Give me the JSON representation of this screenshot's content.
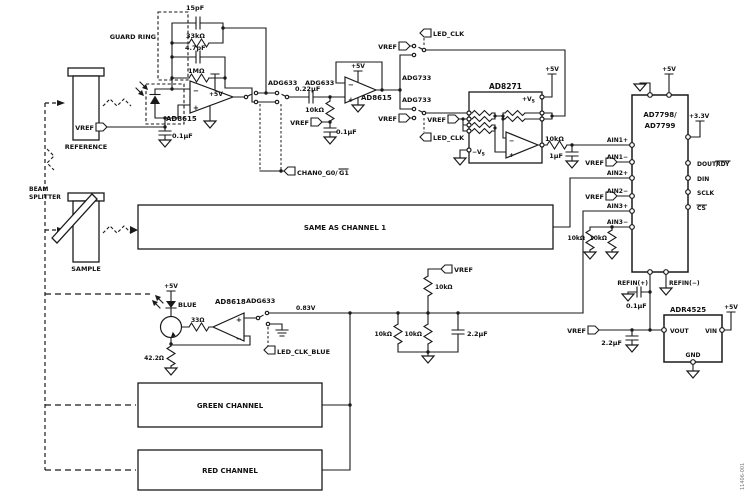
{
  "meta": {
    "figure_id": "11406-001"
  },
  "sym": {
    "minus": "−",
    "plus": "+",
    "v_plus": "+V",
    "v_minus": "−V",
    "sub_s": "S"
  },
  "stage1": {
    "guard": "GUARD RING",
    "c_fb1": "15pF",
    "r_fb1": "33kΩ",
    "c_fb2": "4.7pF",
    "r_fb2": "1MΩ",
    "sw_a": "ADG633",
    "sw_b": "ADG633",
    "amp": "AD8615",
    "supply": "+5V",
    "vref": "VREF",
    "c_byp": "0.1µF",
    "gain_ctrl": "CHAN0_G0/",
    "gain_ctrl_ov": "G1"
  },
  "stage2": {
    "c_in": "0.22µF",
    "amp": "AD8615",
    "supply": "+5V",
    "r_bias": "10kΩ",
    "vref": "VREF",
    "c_byp": "0.1µF"
  },
  "mod": {
    "sw_a": "ADG733",
    "sw_b": "ADG733",
    "vref_a": "VREF",
    "vref_b": "VREF",
    "clk_a": "LED_CLK",
    "clk_b": "LED_CLK"
  },
  "diff": {
    "name": "AD8271",
    "supply": "+5V",
    "vref": "VREF",
    "r_out": "10kΩ",
    "c_out": "1µF"
  },
  "adc": {
    "name_1": "AD7798/",
    "name_2": "AD7799",
    "supply": "+5V",
    "supply_io": "+3.3V",
    "pins": {
      "ain1p": "AIN1+",
      "ain1m": "AIN1−",
      "ain2p": "AIN2+",
      "ain2m": "AIN2−",
      "ain3p": "AIN3+",
      "ain3m": "AIN3−",
      "dout": "DOUT/",
      "dout_ov": "RDY",
      "din": "DIN",
      "sclk": "SCLK",
      "cs": "CS",
      "refinp": "REFIN(+)",
      "refinm": "REFIN(−)"
    },
    "vref_1": "VREF",
    "vref_2": "VREF",
    "r_1": "10kΩ",
    "r_2": "10kΩ",
    "c_refin": "0.1µF"
  },
  "vref_src": {
    "name": "ADR4525",
    "vout": "VOUT",
    "vin": "VIN",
    "gnd": "GND",
    "supply": "+5V",
    "vref": "VREF",
    "c_out": "2.2µF"
  },
  "channel1_box": "SAME AS CHANNEL 1",
  "blue": {
    "supply": "+5V",
    "led": "BLUE",
    "amp": "AD8618",
    "sw": "ADG633",
    "r_base": "33Ω",
    "r_sense": "42.2Ω",
    "clk": "LED_CLK_BLUE",
    "v_set": "0.83V",
    "r_top": "10kΩ",
    "r_div1": "10kΩ",
    "r_div2": "10kΩ",
    "c_filt": "2.2µF",
    "vref": "VREF"
  },
  "optics": {
    "reference": "REFERENCE",
    "sample": "SAMPLE",
    "splitter_1": "BEAM",
    "splitter_2": "SPLITTER"
  },
  "green_box": "GREEN CHANNEL",
  "red_box": "RED CHANNEL"
}
